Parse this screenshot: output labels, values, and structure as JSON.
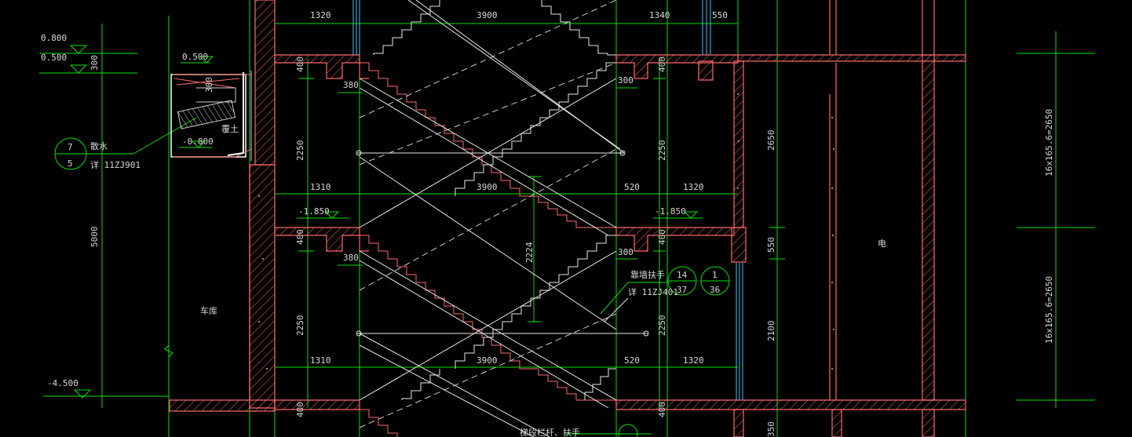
{
  "drawing": {
    "colors": {
      "background": "#000000",
      "dimension": "#00e000",
      "wall": "#ff6a6a",
      "stair": "#e8e8e8",
      "glass": "#3cc8ff",
      "text": "#d8d8d8"
    },
    "dimensions_top": [
      "1320",
      "3900",
      "1340",
      "550"
    ],
    "dimensions_mid": [
      "1310",
      "3900",
      "520",
      "1320"
    ],
    "dimensions_low": [
      "1310",
      "3900",
      "520",
      "1320"
    ],
    "dim_380_a": "380",
    "dim_380_b": "380",
    "dim_300_a": "300",
    "dim_300_b": "300",
    "dim_400": "400",
    "dim_2250": "2250",
    "dim_2224": "2224",
    "dim_5000": "5000",
    "dim_300_vertical": "300",
    "dim_2650": "2650",
    "dim_550": "550",
    "dim_2100": "2100",
    "dim_350": "350",
    "level_0800": "0.800",
    "level_0500_left": "0.500",
    "level_0500_detail": "0.500",
    "level_m0800": "-0.800",
    "level_m1850_left": "-1.850",
    "level_m1850_right": "-1.850",
    "level_m4500": "-4.500",
    "height_note_upper": "16x165.6=2650",
    "height_note_lower": "16x165.6=2650",
    "callout_left": {
      "top": "7",
      "bottom": "5",
      "title": "散水",
      "ref": "详 11ZJ901"
    },
    "callout_right_a": {
      "top": "14",
      "bottom": "37"
    },
    "callout_right_b": {
      "top": "1",
      "bottom": "36"
    },
    "railing_title": "靠墙扶手",
    "railing_ref": "详 11ZJ401",
    "soil_label": "覆土",
    "garage_label": "车库",
    "elec_label": "电",
    "bottom_note": "梯段栏杆、扶手"
  }
}
